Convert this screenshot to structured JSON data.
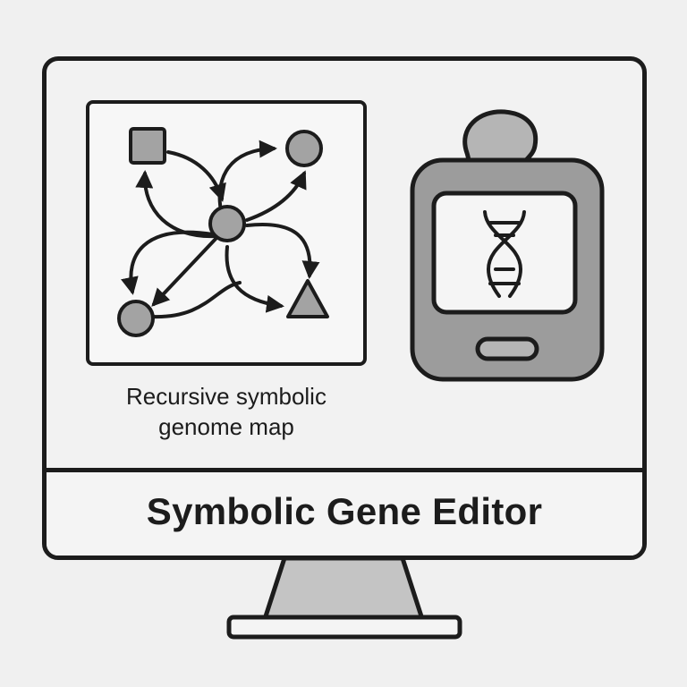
{
  "window": {
    "title": "Symbolic Gene Editor"
  },
  "map_panel": {
    "caption_line1": "Recursive symbolic",
    "caption_line2": "genome map",
    "nodes": [
      {
        "id": "node-square",
        "shape": "square"
      },
      {
        "id": "node-circle-top-right",
        "shape": "circle"
      },
      {
        "id": "node-circle-center",
        "shape": "circle"
      },
      {
        "id": "node-circle-bottom-left",
        "shape": "circle"
      },
      {
        "id": "node-triangle",
        "shape": "triangle"
      }
    ]
  },
  "device": {
    "icon": "dna-icon"
  },
  "colors": {
    "outline": "#1c1c1c",
    "fill_gray": "#a3a3a3",
    "device_gray": "#9c9c9c",
    "background": "#f0f0f0"
  }
}
